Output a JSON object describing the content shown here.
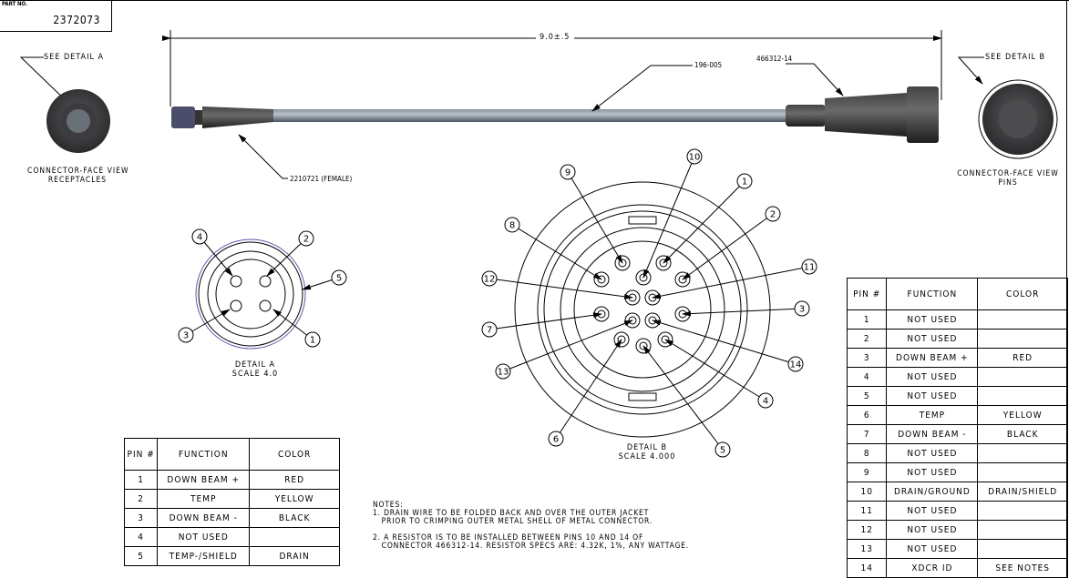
{
  "part_block": {
    "label": "PART NO.",
    "number": "2372073"
  },
  "dimension": {
    "overall_length": "9.0±.5"
  },
  "callouts": {
    "cable": "196-005",
    "connector_b_part": "466312-14",
    "connector_a_part": "2210721 (FEMALE)",
    "see_detail_a": "SEE DETAIL  A",
    "see_detail_b": "SEE DETAIL  B"
  },
  "face_views": {
    "a": {
      "line1": "CONNECTOR-FACE VIEW",
      "line2": "RECEPTACLES"
    },
    "b": {
      "line1": "CONNECTOR-FACE VIEW",
      "line2": "PINS"
    }
  },
  "detail_a": {
    "title": "DETAIL  A",
    "scale": "SCALE  4.0",
    "pins": [
      "1",
      "2",
      "3",
      "4",
      "5"
    ]
  },
  "detail_b": {
    "title": "DETAIL  B",
    "scale": "SCALE  4.000",
    "pins": [
      "1",
      "2",
      "3",
      "4",
      "5",
      "6",
      "7",
      "8",
      "9",
      "10",
      "11",
      "12",
      "13",
      "14"
    ]
  },
  "table_a": {
    "headers": [
      "PIN #",
      "FUNCTION",
      "COLOR"
    ],
    "rows": [
      [
        "1",
        "DOWN BEAM +",
        "RED"
      ],
      [
        "2",
        "TEMP",
        "YELLOW"
      ],
      [
        "3",
        "DOWN BEAM -",
        "BLACK"
      ],
      [
        "4",
        "NOT USED",
        ""
      ],
      [
        "5",
        "TEMP-/SHIELD",
        "DRAIN"
      ]
    ]
  },
  "table_b": {
    "headers": [
      "PIN #",
      "FUNCTION",
      "COLOR"
    ],
    "rows": [
      [
        "1",
        "NOT USED",
        ""
      ],
      [
        "2",
        "NOT USED",
        ""
      ],
      [
        "3",
        "DOWN BEAM +",
        "RED"
      ],
      [
        "4",
        "NOT USED",
        ""
      ],
      [
        "5",
        "NOT USED",
        ""
      ],
      [
        "6",
        "TEMP",
        "YELLOW"
      ],
      [
        "7",
        "DOWN BEAM -",
        "BLACK"
      ],
      [
        "8",
        "NOT USED",
        ""
      ],
      [
        "9",
        "NOT USED",
        ""
      ],
      [
        "10",
        "DRAIN/GROUND",
        "DRAIN/SHIELD"
      ],
      [
        "11",
        "NOT USED",
        ""
      ],
      [
        "12",
        "NOT USED",
        ""
      ],
      [
        "13",
        "NOT USED",
        ""
      ],
      [
        "14",
        "XDCR ID",
        "SEE NOTES"
      ]
    ]
  },
  "notes": {
    "title": "NOTES:",
    "items": [
      "1. DRAIN WIRE TO BE FOLDED BACK AND OVER THE OUTER JACKET\n   PRIOR TO CRIMPING OUTER METAL SHELL OF METAL CONNECTOR.",
      "2. A RESISTOR IS TO BE INSTALLED BETWEEN PINS 10 AND 14 OF\n   CONNECTOR 466312-14. RESISTOR SPECS ARE: 4.32K, 1%, ANY WATTAGE."
    ]
  }
}
